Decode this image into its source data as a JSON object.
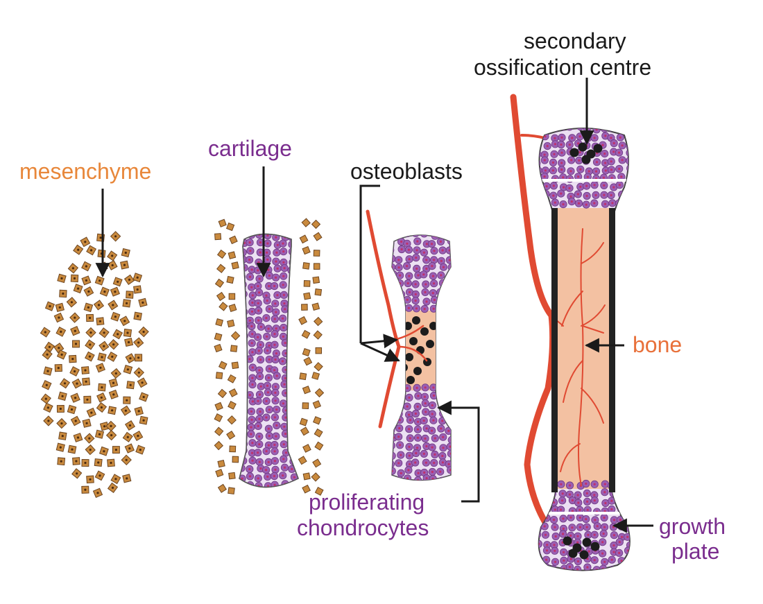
{
  "labels": {
    "mesenchyme": "mesenchyme",
    "cartilage": "cartilage",
    "osteoblasts": "osteoblasts",
    "secondary_line1": "secondary",
    "secondary_line2": "ossification centre",
    "bone": "bone",
    "proliferating_line1": "proliferating",
    "proliferating_line2": "chondrocytes",
    "growth_line1": "growth",
    "growth_line2": "plate"
  },
  "colors": {
    "mesenchyme_label": "#e8873a",
    "bone_label": "#e8703a",
    "purple_label": "#7a2d8e",
    "black_label": "#1a1a1a",
    "mesenchyme_cell": "#c98a3e",
    "cartilage_cell": "#9b5fb3",
    "cartilage_bg": "#d9c3e6",
    "bone_fill": "#f3c1a2",
    "vessel": "#e04a32",
    "osteoblast": "#1c1c1c",
    "bone_edge": "#222222"
  },
  "icons": {
    "arrow": "arrow-icon",
    "vessel": "blood-vessel-icon",
    "osteoblast": "osteoblast-cell-icon"
  }
}
